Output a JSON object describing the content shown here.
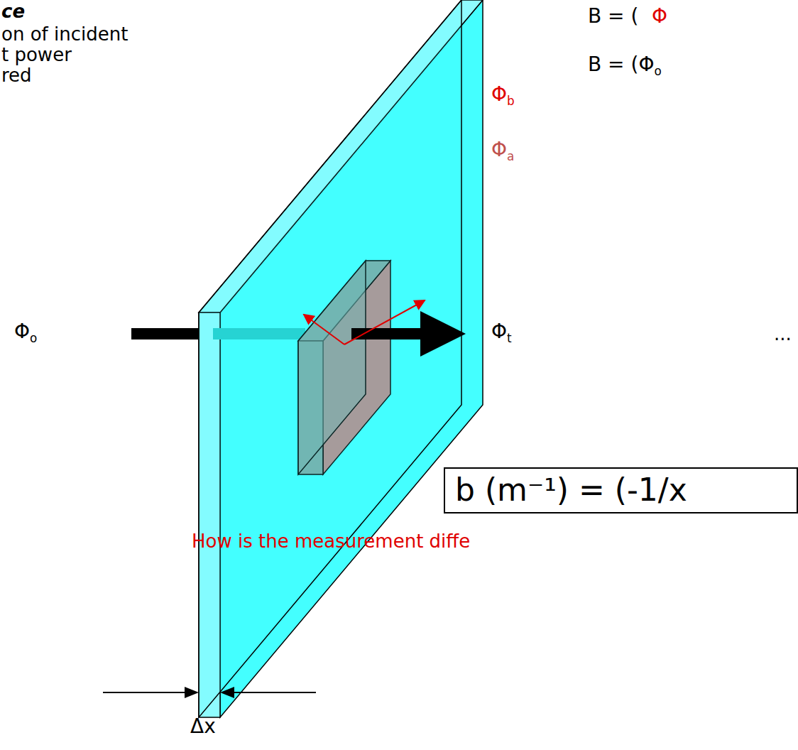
{
  "diagram": {
    "nodes": [
      {
        "text": [
          "b (m⁻¹) = (-1/x"
        ]
      }
    ],
    "labels": [
      "ce",
      "on of incident",
      "t power",
      "red",
      "Φb",
      "Φa",
      "Φo",
      "Φt",
      "B =  (",
      "Φ",
      "B = (Φo",
      "...",
      "How is the measurement diffe",
      "Δx"
    ]
  }
}
